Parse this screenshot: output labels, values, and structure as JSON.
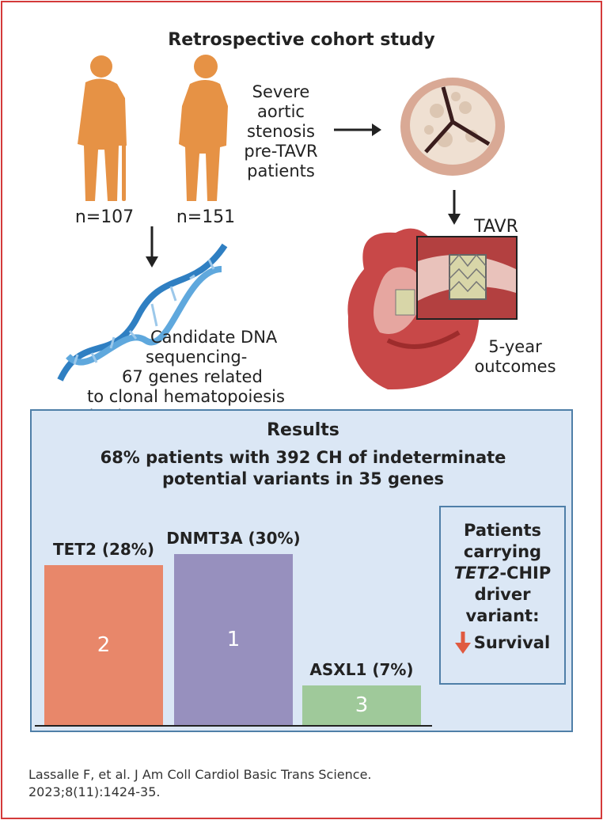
{
  "title": "Retrospective cohort study",
  "cohort": {
    "group1": "n=107",
    "group2": "n=151",
    "description": [
      "Severe",
      "aortic",
      "stenosis",
      "pre-TAVR",
      "patients"
    ]
  },
  "procedure": {
    "tavr": "TAVR",
    "outcomes": [
      "5-year",
      "outcomes"
    ]
  },
  "sequencing": [
    "Candidate DNA",
    "sequencing-",
    "67 genes related",
    "to clonal hematopoiesis (CH)"
  ],
  "results": {
    "title": "Results",
    "subtitle": [
      "68% patients with 392 CH of indeterminate",
      "potential variants in 35 genes"
    ]
  },
  "chart_data": {
    "type": "bar",
    "categories": [
      "TET2 (28%)",
      "DNMT3A (30%)",
      "ASXL1 (7%)"
    ],
    "values": [
      28,
      30,
      7
    ],
    "ranks": [
      "2",
      "1",
      "3"
    ],
    "colors": [
      "#e8876a",
      "#9790be",
      "#9fc99a"
    ]
  },
  "survival": {
    "lines": [
      "Patients",
      "carrying"
    ],
    "gene_italic": "TET2",
    "gene_suffix": "-CHIP",
    "lines2": [
      "driver",
      "variant:"
    ],
    "arrow_label": "Survival",
    "arrow_color": "#e05a40"
  },
  "citation": [
    "Lassalle F, et al. J Am Coll Cardiol Basic Trans Science.",
    "2023;8(11):1424-35."
  ],
  "colors": {
    "frame": "#d43a3a",
    "person": "#e69245",
    "box_fill": "#dbe7f5",
    "box_border": "#4f7fa8"
  }
}
